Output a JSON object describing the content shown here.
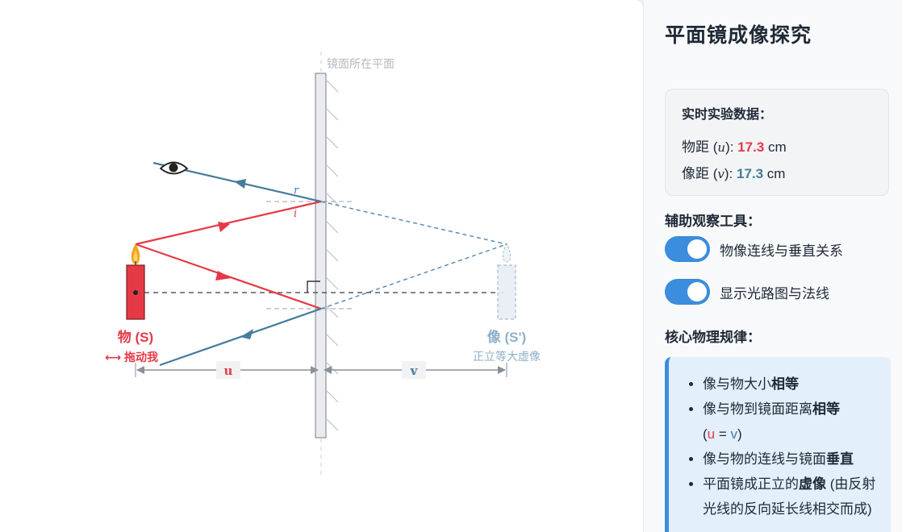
{
  "diagram": {
    "mirror_plane_label": "镜面所在平面",
    "object_label": "物 (S)",
    "drag_hint": "⟷ 拖动我",
    "image_label": "像 (S')",
    "image_desc": "正立等大虚像",
    "u_label": "u",
    "v_label": "v",
    "reflection_angle_label": "r",
    "incidence_angle_label": "i",
    "colors": {
      "object": "#e63946",
      "image": "#457b9d",
      "incident_ray": "#e63946",
      "reflected_ray": "#457b9d",
      "mirror": "#e5e7eb"
    }
  },
  "panel": {
    "title": "平面镜成像探究",
    "data_card": {
      "title": "实时实验数据：",
      "u_prefix": "物距 (",
      "u_var": "u",
      "u_mid": "): ",
      "u_value": "17.3",
      "u_unit": " cm",
      "v_prefix": "像距 (",
      "v_var": "v",
      "v_mid": "): ",
      "v_value": "17.3",
      "v_unit": " cm"
    },
    "tools_title": "辅助观察工具：",
    "toggles": [
      {
        "label": "物像连线与垂直关系",
        "on": true
      },
      {
        "label": "显示光路图与法线",
        "on": true
      }
    ],
    "laws_title": "核心物理规律：",
    "laws": {
      "l1_a": "像与物大小",
      "l1_b": "相等",
      "l2_a": "像与物到镜面距离",
      "l2_b": "相等",
      "l2_c": "(",
      "l2_u": "u",
      "l2_eq": " = ",
      "l2_v": "v",
      "l2_d": ")",
      "l3_a": "像与物的连线与镜面",
      "l3_b": "垂直",
      "l4_a": "平面镜成正立的",
      "l4_b": "虚像",
      "l4_c": " (由反射光线的反向延长线相交而成)"
    }
  }
}
